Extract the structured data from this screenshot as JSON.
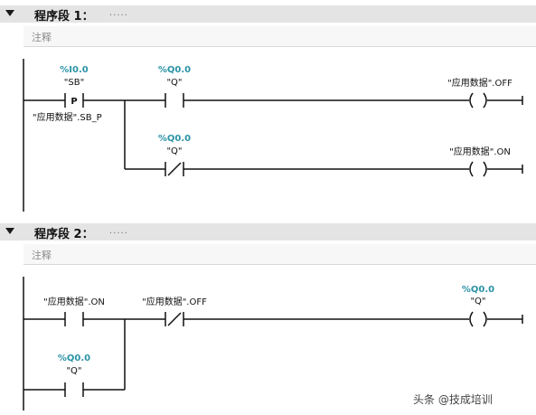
{
  "network1": {
    "title": "程序段 1：",
    "dots": ".....",
    "comment": "注释",
    "contact_sb": {
      "address": "%I0.0",
      "tag": "\"SB\"",
      "symbol": "P",
      "edge_bit": "\"应用数据\".SB_P"
    },
    "contact_q_no": {
      "address": "%Q0.0",
      "tag": "\"Q\""
    },
    "coil_off": {
      "tag": "\"应用数据\".OFF"
    },
    "contact_q_nc": {
      "address": "%Q0.0",
      "tag": "\"Q\""
    },
    "coil_on": {
      "tag": "\"应用数据\".ON"
    }
  },
  "network2": {
    "title": "程序段 2：",
    "dots": ".....",
    "comment": "注释",
    "contact_on": {
      "tag": "\"应用数据\".ON"
    },
    "contact_off_nc": {
      "tag": "\"应用数据\".OFF"
    },
    "coil_q": {
      "address": "%Q0.0",
      "tag": "\"Q\""
    },
    "contact_q_hold": {
      "address": "%Q0.0",
      "tag": "\"Q\""
    }
  },
  "watermark": "头条 @技成培训"
}
